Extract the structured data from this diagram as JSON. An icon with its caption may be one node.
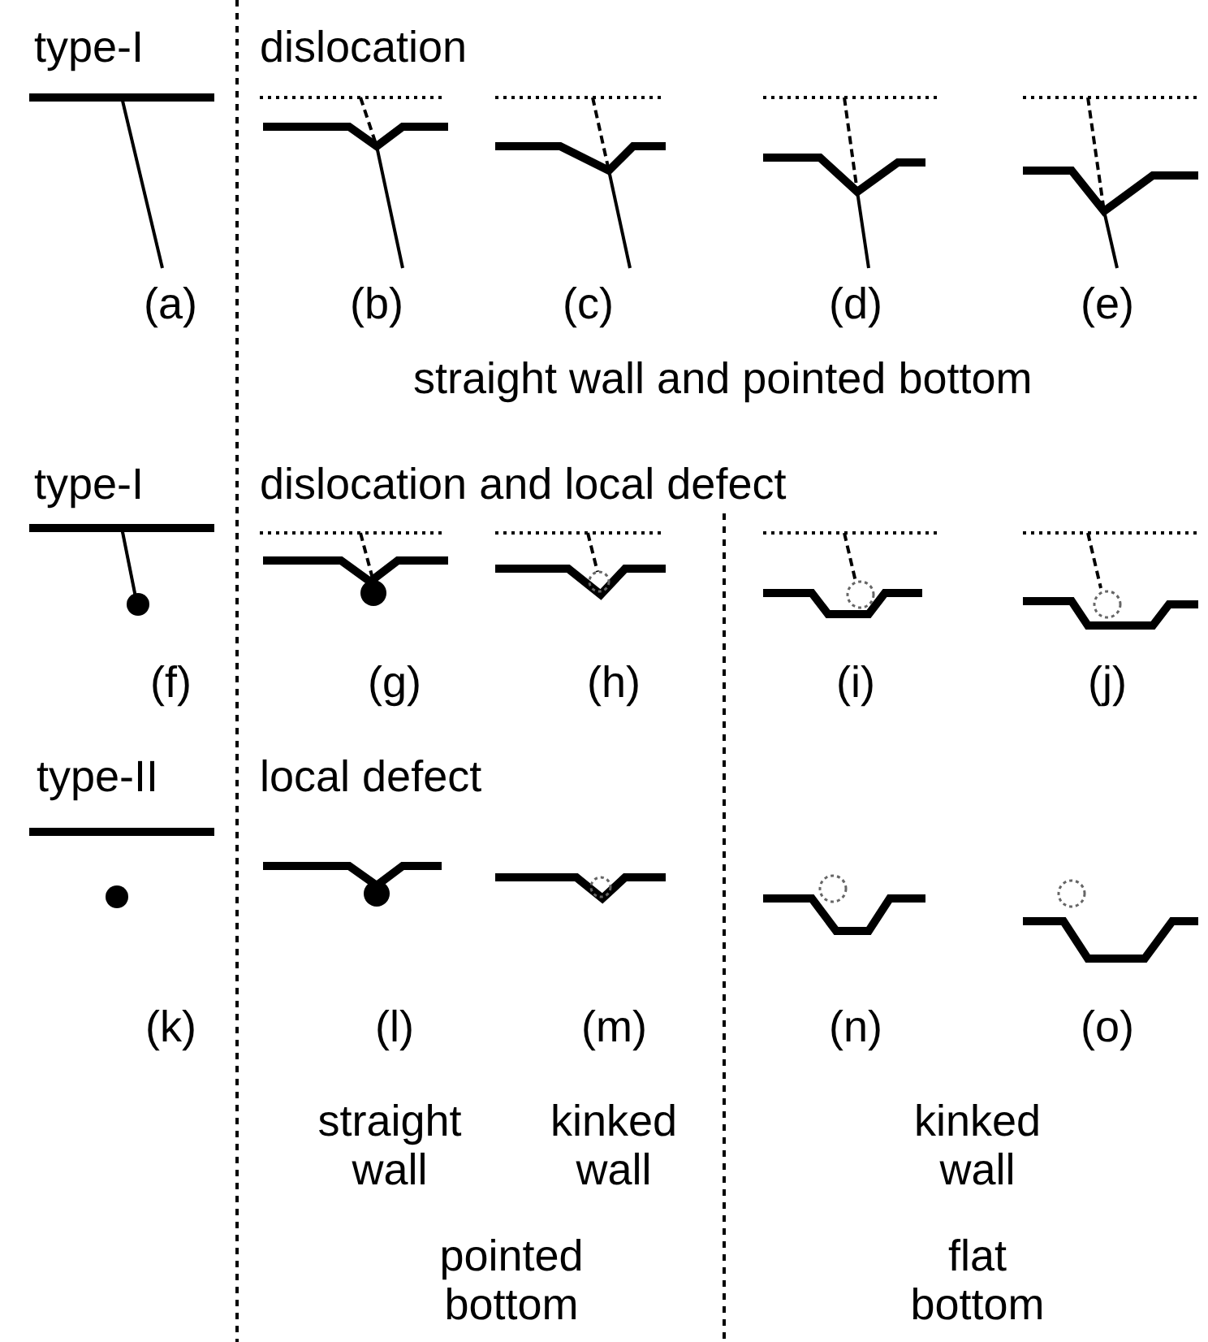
{
  "diagram": {
    "labels": [
      "type-I",
      "dislocation",
      "(a)",
      "(b)",
      "(c)",
      "(d)",
      "(e)",
      "straight wall and pointed bottom",
      "type-I",
      "dislocation and local defect",
      "(f)",
      "(g)",
      "(h)",
      "(i)",
      "(j)",
      "type-II",
      "local defect",
      "(k)",
      "(l)",
      "(m)",
      "(n)",
      "(o)",
      "straight wall",
      "kinked wall",
      "kinked wall",
      "pointed bottom",
      "flat bottom"
    ]
  }
}
